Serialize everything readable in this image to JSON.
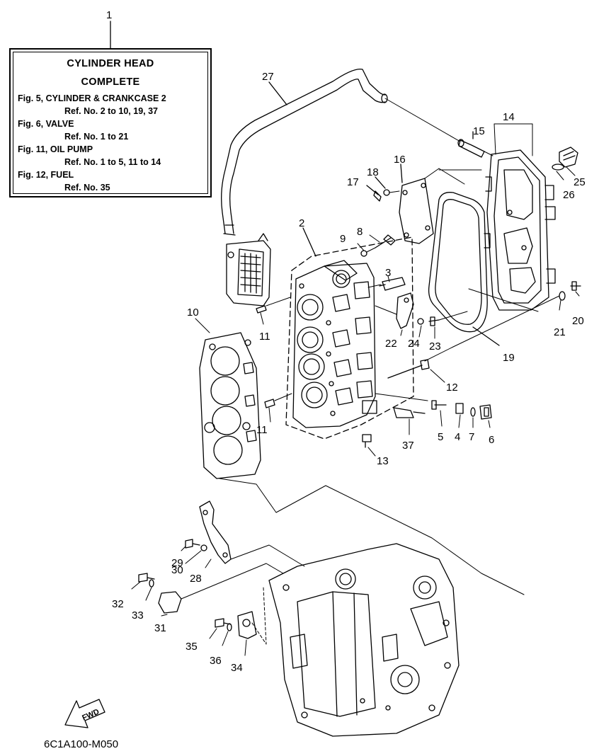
{
  "reference_box": {
    "title_line1": "CYLINDER HEAD",
    "title_line2": "COMPLETE",
    "lines": [
      "Fig. 5, CYLINDER & CRANKCASE 2",
      "Ref. No. 2 to 10, 19, 37",
      "Fig. 6, VALVE",
      "Ref. No. 1 to 21",
      "Fig. 11, OIL PUMP",
      "Ref. No. 1 to 5, 11 to 14",
      "Fig. 12, FUEL",
      "Ref. No. 35"
    ]
  },
  "callouts": [
    "1",
    "27",
    "14",
    "15",
    "16",
    "18",
    "17",
    "25",
    "26",
    "2",
    "9",
    "8",
    "3",
    "10",
    "11",
    "22",
    "24",
    "23",
    "21",
    "20",
    "19",
    "12",
    "11",
    "5",
    "4",
    "7",
    "6",
    "37",
    "13",
    "29",
    "30",
    "28",
    "32",
    "33",
    "31",
    "35",
    "36",
    "34"
  ],
  "fwd_label": "FWD",
  "diagram_code": "6C1A100-M050"
}
